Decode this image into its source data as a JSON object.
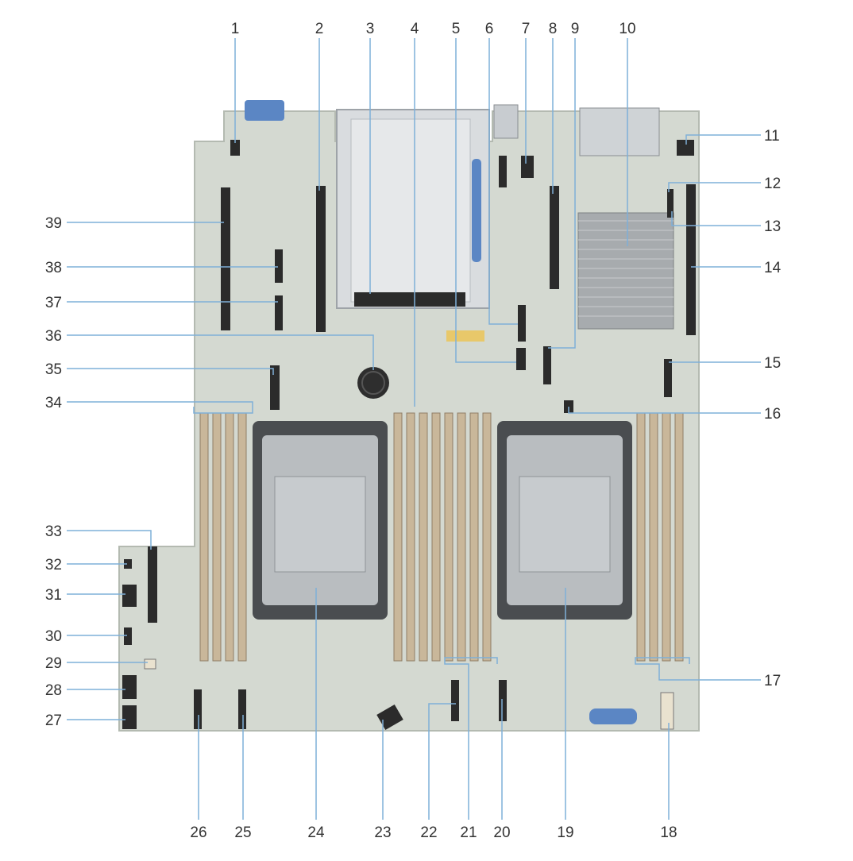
{
  "colors": {
    "board": "#d4d9d1",
    "board_edge": "#b4bab1",
    "leader_line": "#7fb0d8",
    "callout_text": "#333333",
    "dimm_slot": "#c9b79a",
    "dimm_slot_dark": "#8f7e66",
    "socket": "#b9bdc0",
    "socket_frame": "#4a4d50",
    "heatsink": "#a7abae",
    "connector": "#2b2b2b",
    "riser_shroud": "#d9dcdf",
    "vga_blue": "#5b86c4",
    "battery": "#2e2e2e",
    "yellow_label": "#e8c86a"
  },
  "callouts": [
    {
      "id": "1",
      "label": "1"
    },
    {
      "id": "2",
      "label": "2"
    },
    {
      "id": "3",
      "label": "3"
    },
    {
      "id": "4",
      "label": "4"
    },
    {
      "id": "5",
      "label": "5"
    },
    {
      "id": "6",
      "label": "6"
    },
    {
      "id": "7",
      "label": "7"
    },
    {
      "id": "8",
      "label": "8"
    },
    {
      "id": "9",
      "label": "9"
    },
    {
      "id": "10",
      "label": "10"
    },
    {
      "id": "11",
      "label": "11"
    },
    {
      "id": "12",
      "label": "12"
    },
    {
      "id": "13",
      "label": "13"
    },
    {
      "id": "14",
      "label": "14"
    },
    {
      "id": "15",
      "label": "15"
    },
    {
      "id": "16",
      "label": "16"
    },
    {
      "id": "17",
      "label": "17"
    },
    {
      "id": "18",
      "label": "18"
    },
    {
      "id": "19",
      "label": "19"
    },
    {
      "id": "20",
      "label": "20"
    },
    {
      "id": "21",
      "label": "21"
    },
    {
      "id": "22",
      "label": "22"
    },
    {
      "id": "23",
      "label": "23"
    },
    {
      "id": "24",
      "label": "24"
    },
    {
      "id": "25",
      "label": "25"
    },
    {
      "id": "26",
      "label": "26"
    },
    {
      "id": "27",
      "label": "27"
    },
    {
      "id": "28",
      "label": "28"
    },
    {
      "id": "29",
      "label": "29"
    },
    {
      "id": "30",
      "label": "30"
    },
    {
      "id": "31",
      "label": "31"
    },
    {
      "id": "32",
      "label": "32"
    },
    {
      "id": "33",
      "label": "33"
    },
    {
      "id": "34",
      "label": "34"
    },
    {
      "id": "35",
      "label": "35"
    },
    {
      "id": "36",
      "label": "36"
    },
    {
      "id": "37",
      "label": "37"
    },
    {
      "id": "38",
      "label": "38"
    },
    {
      "id": "39",
      "label": "39"
    }
  ]
}
